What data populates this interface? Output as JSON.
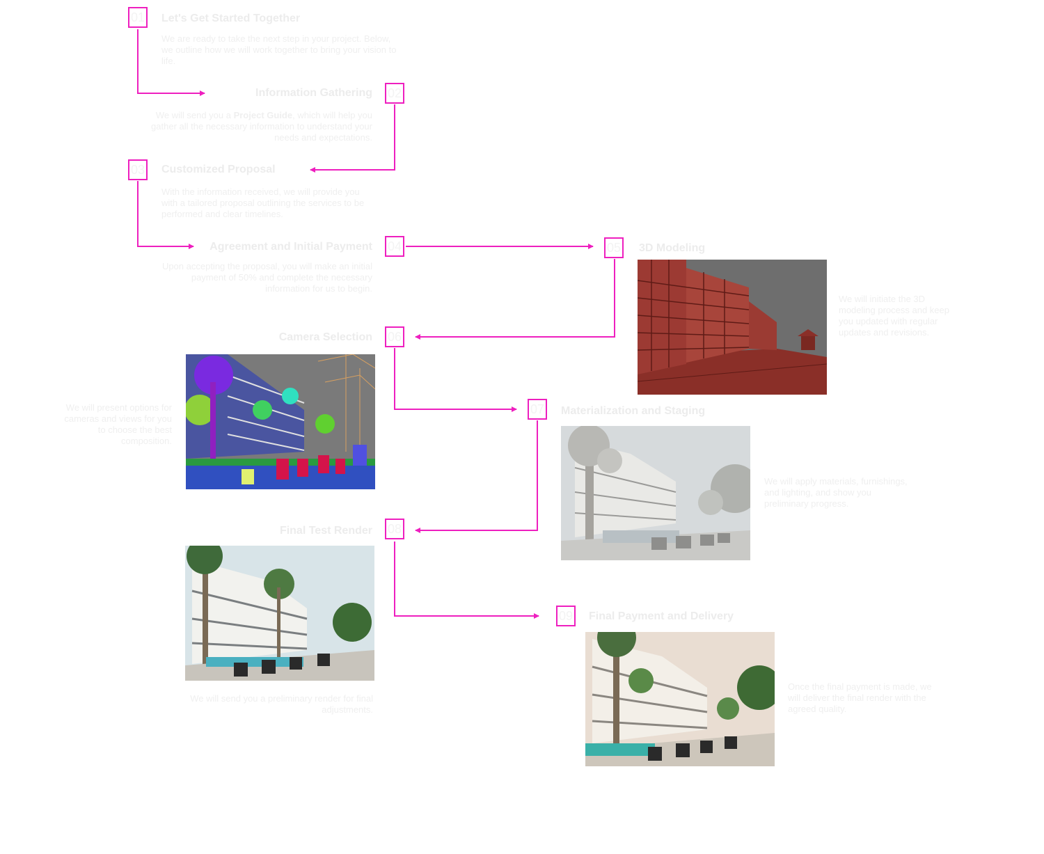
{
  "colors": {
    "accent": "#ee1fbf",
    "text": "#ececec"
  },
  "steps": [
    {
      "num": "01",
      "title": "Let's Get Started Together",
      "desc": "We are ready to take the next step in your project. Below, we outline how we will work together to bring your vision to life."
    },
    {
      "num": "02",
      "title": "Information Gathering",
      "desc_pre": "We will send you a ",
      "desc_bold": "Project Guide",
      "desc_post": ", which will help you gather all the necessary information to understand your needs and expectations."
    },
    {
      "num": "03",
      "title": "Customized Proposal",
      "desc": "With the information received, we will provide you with a tailored proposal outlining the services to be performed and clear timelines."
    },
    {
      "num": "04",
      "title": "Agreement and Initial Payment",
      "desc": "Upon accepting the proposal, you will make an initial payment of 50% and complete the necessary information for us to begin."
    },
    {
      "num": "05",
      "title": "3D Modeling",
      "desc": "We will initiate the 3D modeling process and keep you updated with regular updates and revisions."
    },
    {
      "num": "06",
      "title": "Camera Selection",
      "desc": "We will present options for cameras and views for you to choose the best composition."
    },
    {
      "num": "07",
      "title": "Materialization and Staging",
      "desc": "We will apply materials, furnishings, and lighting, and show you preliminary progress."
    },
    {
      "num": "08",
      "title": "Final Test Render",
      "desc": "We will send you a preliminary render for final adjustments."
    },
    {
      "num": "09",
      "title": "Final Payment and Delivery",
      "desc": "Once the final payment is made, we will deliver the final render with the agreed quality."
    }
  ]
}
